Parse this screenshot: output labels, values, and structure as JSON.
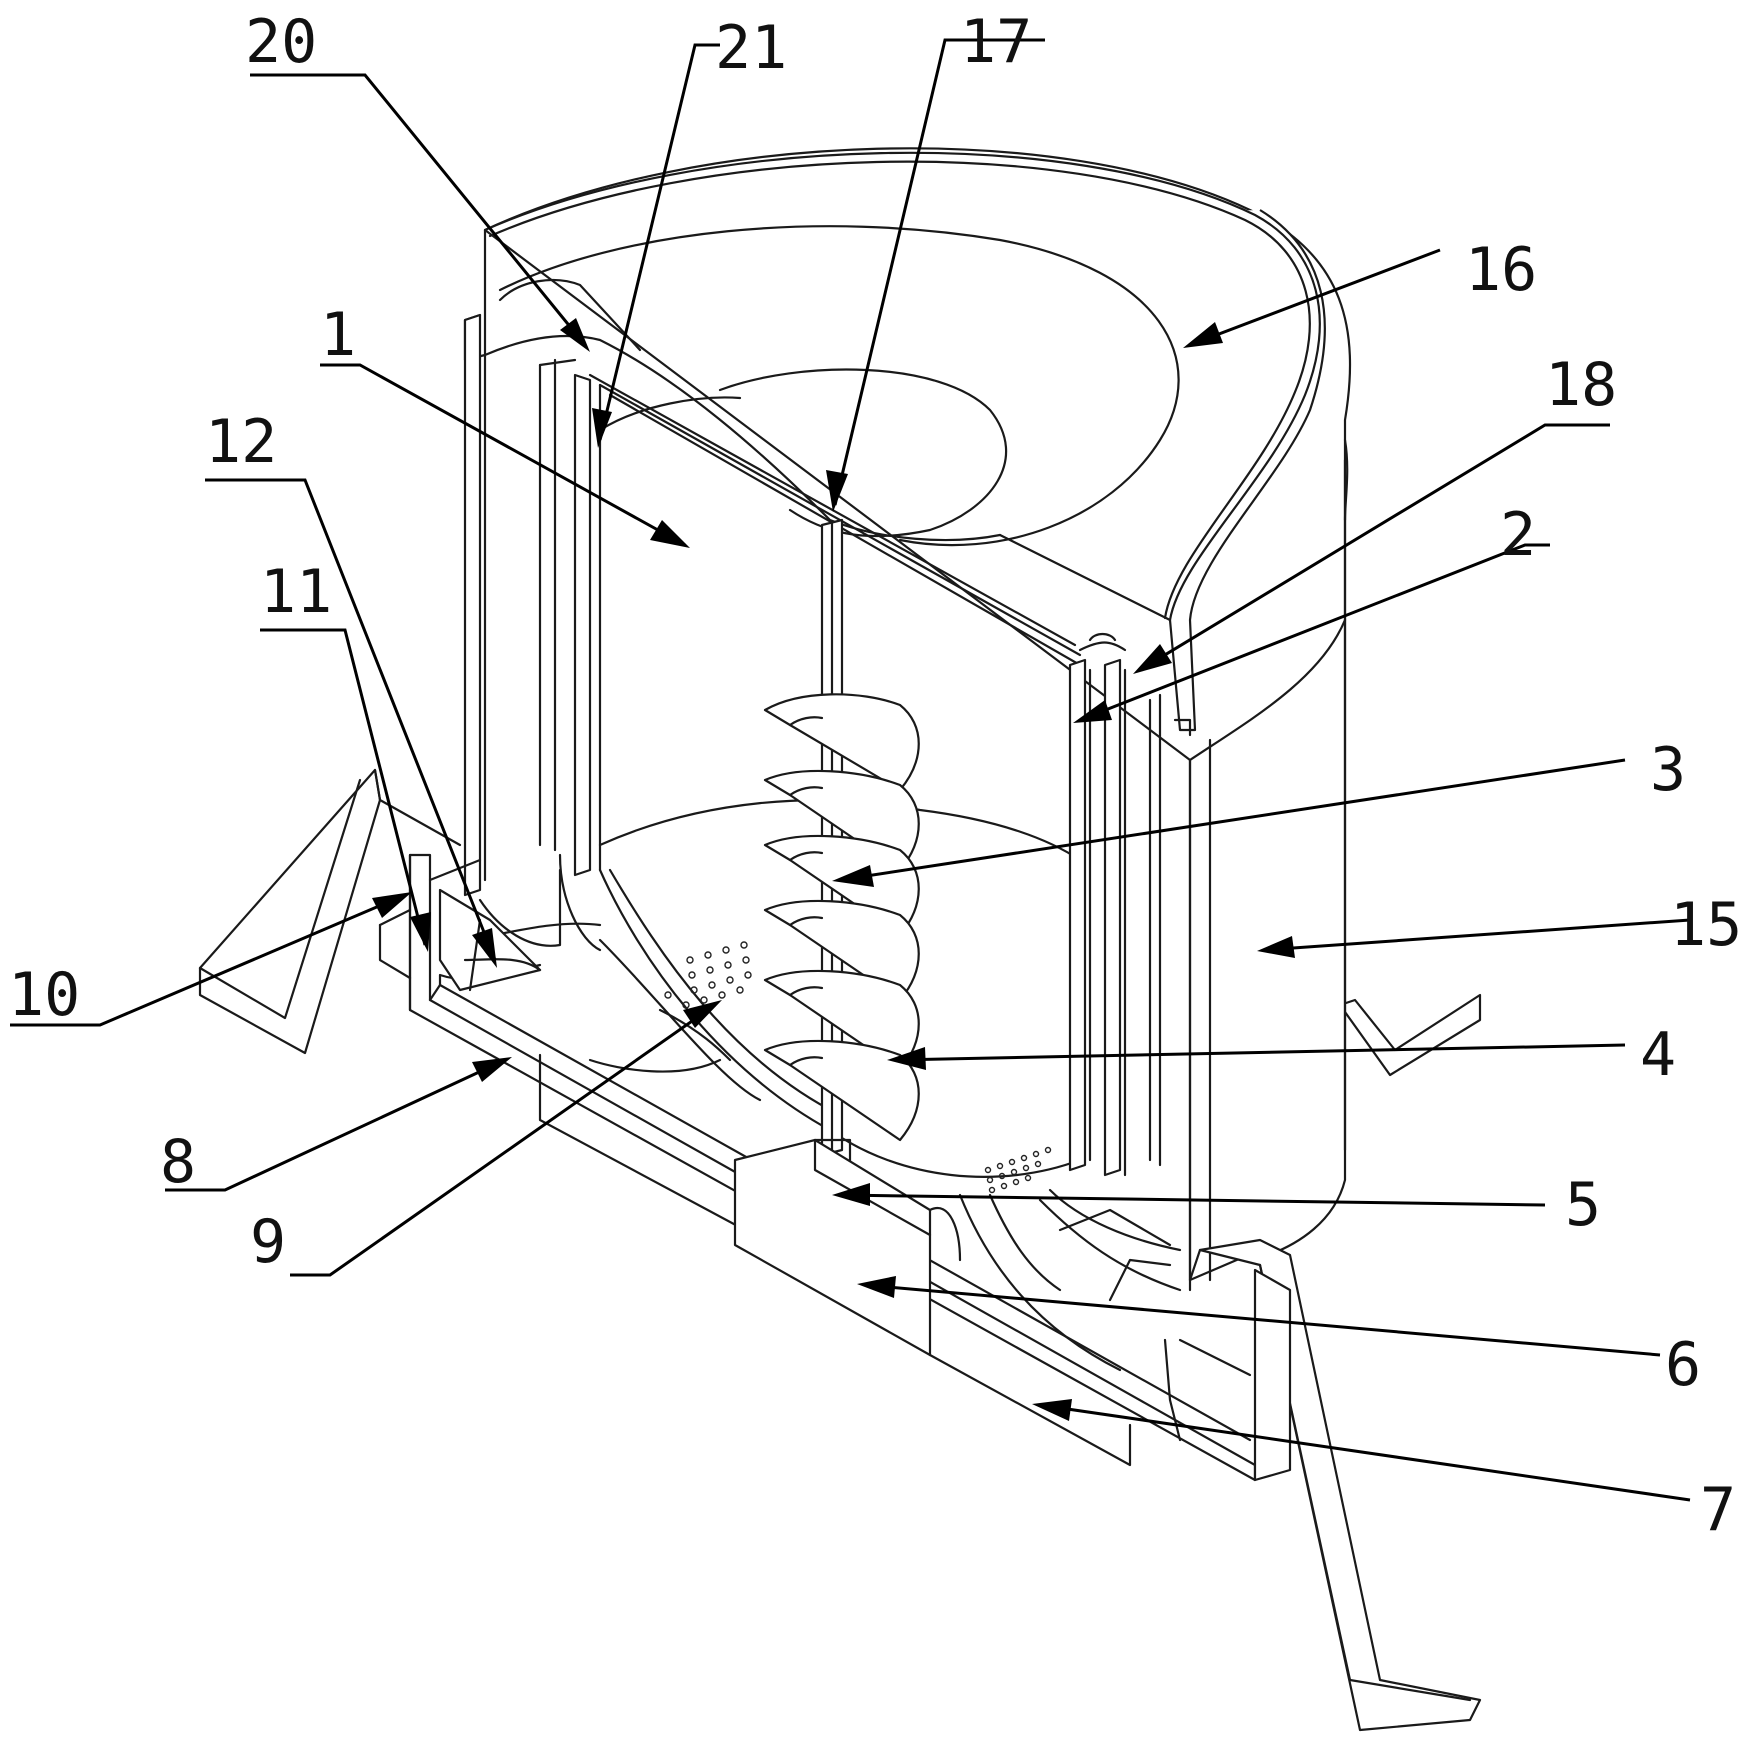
{
  "figure": {
    "labels": [
      {
        "id": "20",
        "text": "20"
      },
      {
        "id": "21",
        "text": "21"
      },
      {
        "id": "17",
        "text": "17"
      },
      {
        "id": "16",
        "text": "16"
      },
      {
        "id": "1",
        "text": "1"
      },
      {
        "id": "18",
        "text": "18"
      },
      {
        "id": "12",
        "text": "12"
      },
      {
        "id": "2",
        "text": "2"
      },
      {
        "id": "11",
        "text": "11"
      },
      {
        "id": "3",
        "text": "3"
      },
      {
        "id": "10",
        "text": "10"
      },
      {
        "id": "15",
        "text": "15"
      },
      {
        "id": "4",
        "text": "4"
      },
      {
        "id": "8",
        "text": "8"
      },
      {
        "id": "5",
        "text": "5"
      },
      {
        "id": "9",
        "text": "9"
      },
      {
        "id": "6",
        "text": "6"
      },
      {
        "id": "7",
        "text": "7"
      }
    ]
  }
}
